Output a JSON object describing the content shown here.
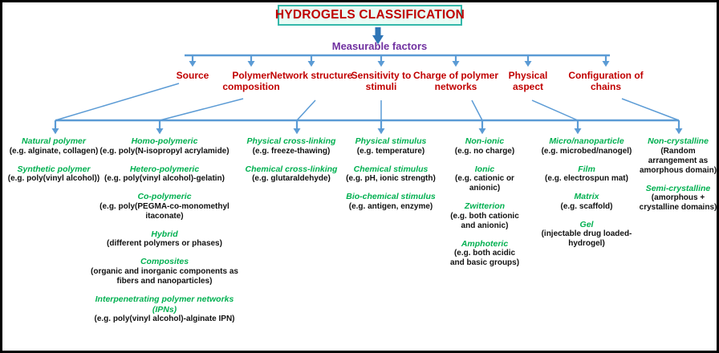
{
  "title": "HYDROGELS CLASSIFICATION",
  "subtitle": "Measurable factors",
  "colors": {
    "heading_red": "#c00000",
    "item_green": "#00b050",
    "subtitle_purple": "#7030a0",
    "connector_blue": "#5b9bd5",
    "title_arrow_blue": "#2e75b6",
    "title_box_border_teal": "#35b8aa",
    "title_box_bg_mint": "#e9fcf6",
    "body_text_black": "#111111"
  },
  "branches": [
    {
      "label": "Source",
      "items": [
        {
          "name": "Natural polymer",
          "desc": "(e.g. alginate, collagen)"
        },
        {
          "name": "Synthetic polymer",
          "desc": "(e.g. poly(vinyl alcohol))"
        }
      ]
    },
    {
      "label": "Polymer composition",
      "items": [
        {
          "name": "Homo-polymeric",
          "desc": "(e.g. poly(N-isopropyl acrylamide)"
        },
        {
          "name": "Hetero-polymeric",
          "desc": "(e.g. poly(vinyl alcohol)-gelatin)"
        },
        {
          "name": "Co-polymeric",
          "desc": "(e.g. poly(PEGMA-co-monomethyl itaconate)"
        },
        {
          "name": "Hybrid",
          "desc": "(different polymers or phases)"
        },
        {
          "name": "Composites",
          "desc": "(organic and inorganic components as fibers and nanoparticles)"
        },
        {
          "name": "Interpenetrating polymer networks (IPNs)",
          "desc": "(e.g. poly(vinyl alcohol)-alginate IPN)"
        }
      ]
    },
    {
      "label": "Network structure",
      "items": [
        {
          "name": "Physical cross-linking",
          "desc": "(e.g. freeze-thawing)"
        },
        {
          "name": "Chemical cross-linking",
          "desc": "(e.g. glutaraldehyde)"
        }
      ]
    },
    {
      "label": "Sensitivity to stimuli",
      "items": [
        {
          "name": "Physical stimulus",
          "desc": "(e.g. temperature)"
        },
        {
          "name": "Chemical stimulus",
          "desc": "(e.g. pH, ionic strength)"
        },
        {
          "name": "Bio-chemical stimulus",
          "desc": "(e.g. antigen, enzyme)"
        }
      ]
    },
    {
      "label": "Charge of polymer networks",
      "items": [
        {
          "name": "Non-ionic",
          "desc": "(e.g. no charge)"
        },
        {
          "name": "Ionic",
          "desc": "(e.g. cationic or anionic)"
        },
        {
          "name": "Zwitterion",
          "desc": "(e.g. both cationic and anionic)"
        },
        {
          "name": "Amphoteric",
          "desc": "(e.g. both acidic and basic groups)"
        }
      ]
    },
    {
      "label": "Physical aspect",
      "items": [
        {
          "name": "Micro/nanoparticle",
          "desc": "(e.g. microbed/nanogel)"
        },
        {
          "name": "Film",
          "desc": "(e.g. electrospun mat)"
        },
        {
          "name": "Matrix",
          "desc": "(e.g. scaffold)"
        },
        {
          "name": "Gel",
          "desc": "(injectable drug loaded-hydrogel)"
        }
      ]
    },
    {
      "label": "Configuration of chains",
      "items": [
        {
          "name": "Non-crystalline",
          "desc": "(Random arrangement as amorphous domain)"
        },
        {
          "name": "Semi-crystalline",
          "desc": "(amorphous + crystalline domains)"
        }
      ]
    }
  ]
}
